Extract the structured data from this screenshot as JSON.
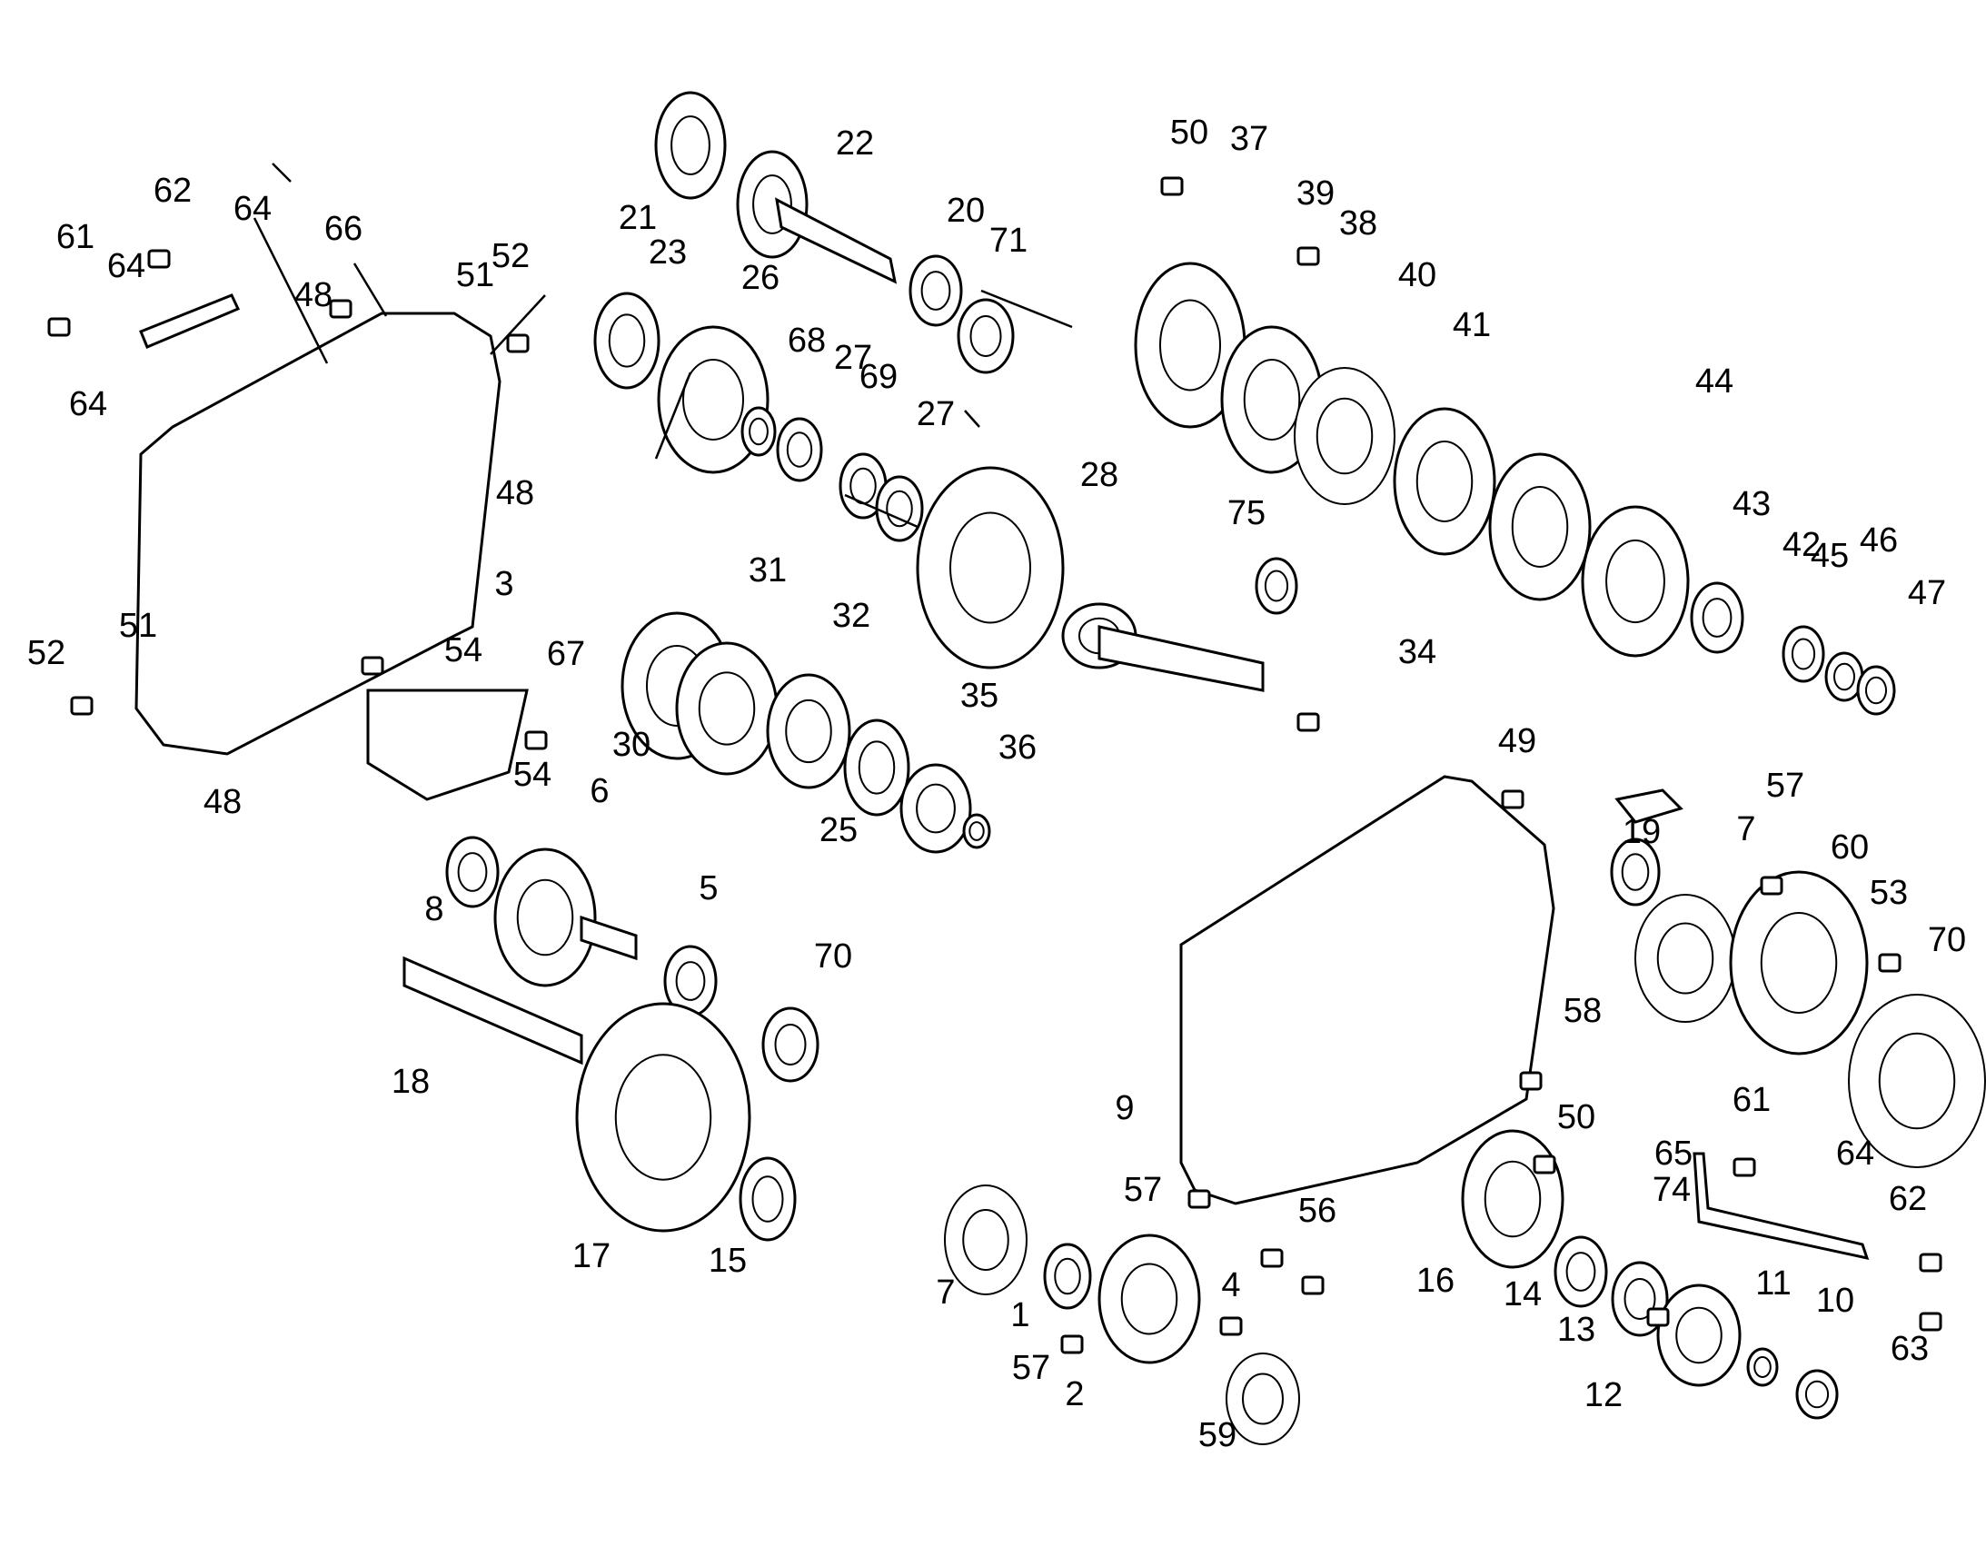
{
  "diagram": {
    "kind": "exploded parts view",
    "part_labels": [
      "1",
      "2",
      "3",
      "4",
      "5",
      "6",
      "7",
      "7",
      "8",
      "9",
      "10",
      "11",
      "12",
      "13",
      "14",
      "15",
      "16",
      "17",
      "18",
      "19",
      "20",
      "21",
      "22",
      "23",
      "25",
      "26",
      "27",
      "27",
      "28",
      "30",
      "31",
      "32",
      "34",
      "35",
      "36",
      "37",
      "38",
      "39",
      "40",
      "41",
      "42",
      "43",
      "44",
      "45",
      "46",
      "47",
      "48",
      "48",
      "48",
      "49",
      "50",
      "50",
      "51",
      "51",
      "52",
      "52",
      "53",
      "54",
      "54",
      "56",
      "57",
      "57",
      "57",
      "58",
      "59",
      "60",
      "61",
      "61",
      "62",
      "62",
      "63",
      "64",
      "64",
      "64",
      "64",
      "65",
      "66",
      "67",
      "68",
      "69",
      "70",
      "70",
      "71",
      "74",
      "75"
    ]
  }
}
